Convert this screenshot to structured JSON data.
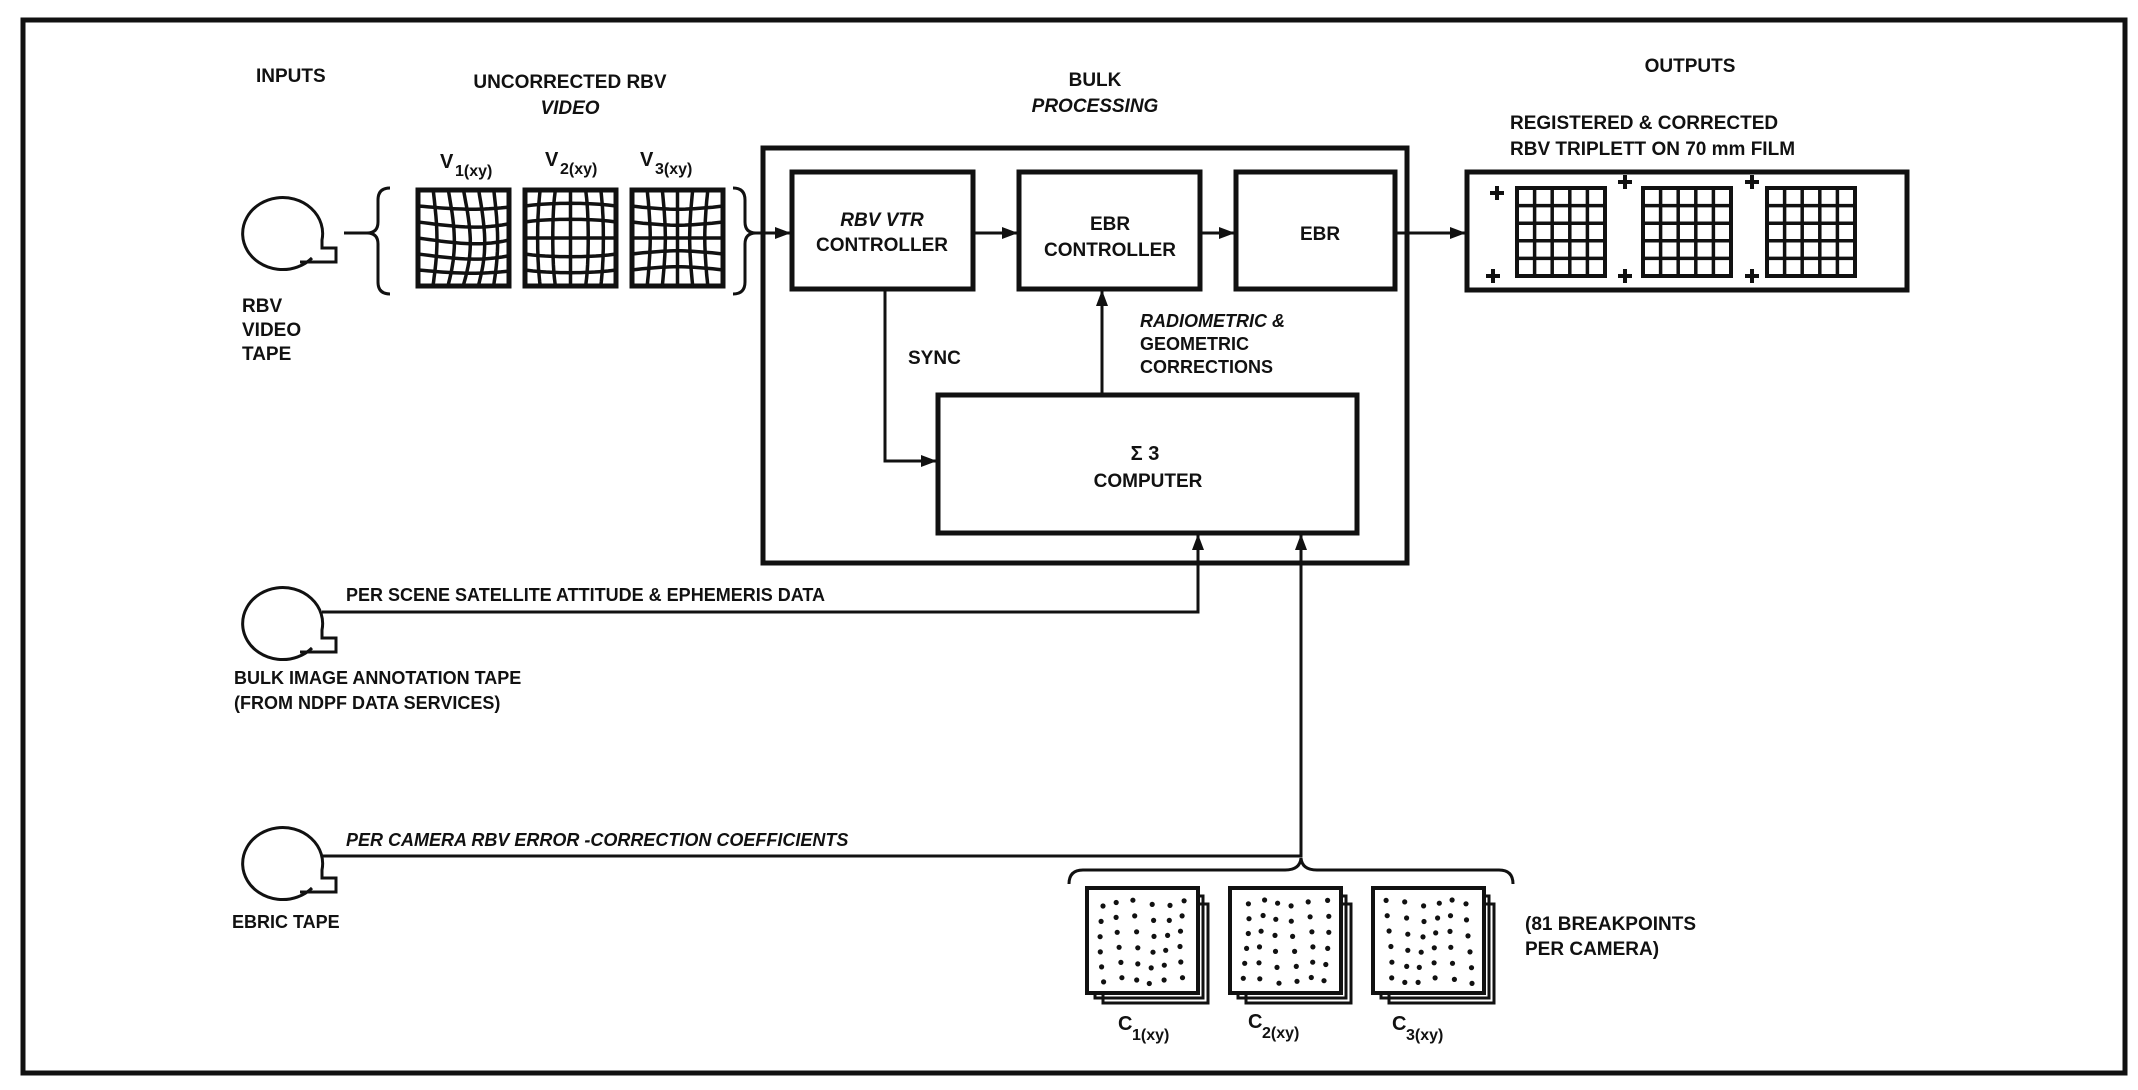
{
  "diagram": {
    "inputs_label": "INPUTS",
    "uncorrected_video": {
      "line1": "UNCORRECTED RBV",
      "line2": "VIDEO"
    },
    "video_frames": [
      {
        "label": "V",
        "sub": "1(xy)",
        "distortion": "pincushion-skew"
      },
      {
        "label": "V",
        "sub": "2(xy)",
        "distortion": "barrel"
      },
      {
        "label": "V",
        "sub": "3(xy)",
        "distortion": "pincushion"
      }
    ],
    "rbv_tape": {
      "line1": "RBV",
      "line2": "VIDEO",
      "line3": "TAPE",
      "icon": "tape-reel-icon"
    },
    "bulk_processing": {
      "line1": "BULK",
      "line2": "PROCESSING"
    },
    "blocks": {
      "rbv_vtr_controller": {
        "line1": "RBV VTR",
        "line2": "CONTROLLER"
      },
      "ebr_controller": {
        "line1": "EBR",
        "line2": "CONTROLLER"
      },
      "ebr": {
        "line1": "EBR"
      },
      "computer": {
        "line1": "Σ 3",
        "line2": "COMPUTER"
      }
    },
    "sync_label": "SYNC",
    "corrections_label": {
      "line1": "RADIOMETRIC &",
      "line2": "GEOMETRIC",
      "line3": "CORRECTIONS"
    },
    "outputs": {
      "label": "OUTPUTS",
      "line1": "REGISTERED & CORRECTED",
      "line2": "RBV TRIPLETT ON 70 mm FILM",
      "frames": 3,
      "grid_cells": 5
    },
    "annotation_tape": {
      "flow_label": "PER SCENE SATELLITE ATTITUDE & EPHEMERIS DATA",
      "line1": "BULK IMAGE ANNOTATION TAPE",
      "line2": "(FROM NDPF DATA SERVICES)"
    },
    "ebric_tape": {
      "flow_label": "PER CAMERA RBV ERROR -CORRECTION COEFFICIENTS",
      "label": "EBRIC TAPE"
    },
    "coefficient_cards": [
      {
        "label": "C",
        "sub": "1(xy)"
      },
      {
        "label": "C",
        "sub": "2(xy)"
      },
      {
        "label": "C",
        "sub": "3(xy)"
      }
    ],
    "breakpoints_note": {
      "line1": "(81 BREAKPOINTS",
      "line2": "PER CAMERA)"
    }
  }
}
